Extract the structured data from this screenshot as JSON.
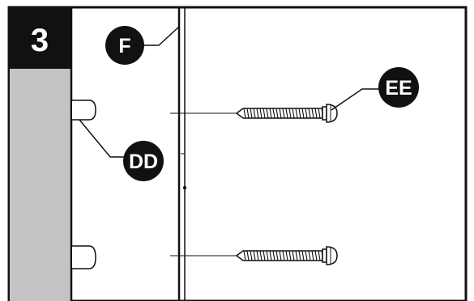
{
  "step": {
    "number": "3"
  },
  "callouts": {
    "panel": "F",
    "dowel": "DD",
    "screw": "EE"
  },
  "colors": {
    "ink": "#111111",
    "panel_gray": "#c4c4c4",
    "badge_bg": "#111111",
    "badge_text": "#ffffff",
    "paper": "#ffffff"
  }
}
